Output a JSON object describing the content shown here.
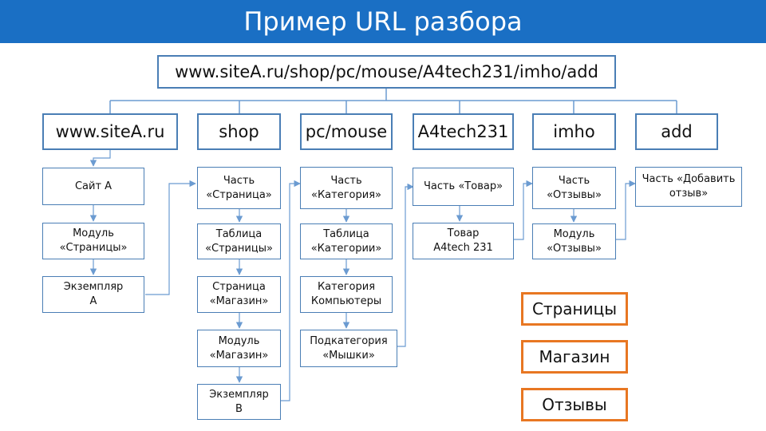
{
  "title": "Пример URL разбора",
  "url": "www.siteA.ru/shop/pc/mouse/A4tech231/imho/add",
  "segments": [
    "www.siteA.ru",
    "shop",
    "pc/mouse",
    "A4tech231",
    "imho",
    "add"
  ],
  "columns": [
    [
      "Сайт А",
      "Модуль\n«Страницы»",
      "Экземпляр\nА"
    ],
    [
      "Часть\n«Страница»",
      "Таблица\n«Страницы»",
      "Страница\n«Магазин»",
      "Модуль\n«Магазин»",
      "Экземпляр\nВ"
    ],
    [
      "Часть\n«Категория»",
      "Таблица\n«Категории»",
      "Категория\nКомпьютеры",
      "Подкатегория\n«Мышки»"
    ],
    [
      "Часть «Товар»",
      "Товар\nA4tech 231"
    ],
    [
      "Часть\n«Отзывы»",
      "Модуль\n«Отзывы»"
    ],
    [
      "Часть «Добавить\nотзыв»"
    ]
  ],
  "legend": [
    "Страницы",
    "Магазин",
    "Отзывы"
  ],
  "colors": {
    "title_bar": "#1a6fc4",
    "box_border": "#4a7eb5",
    "legend_border": "#e87722",
    "connector": "#6b9bd1"
  }
}
